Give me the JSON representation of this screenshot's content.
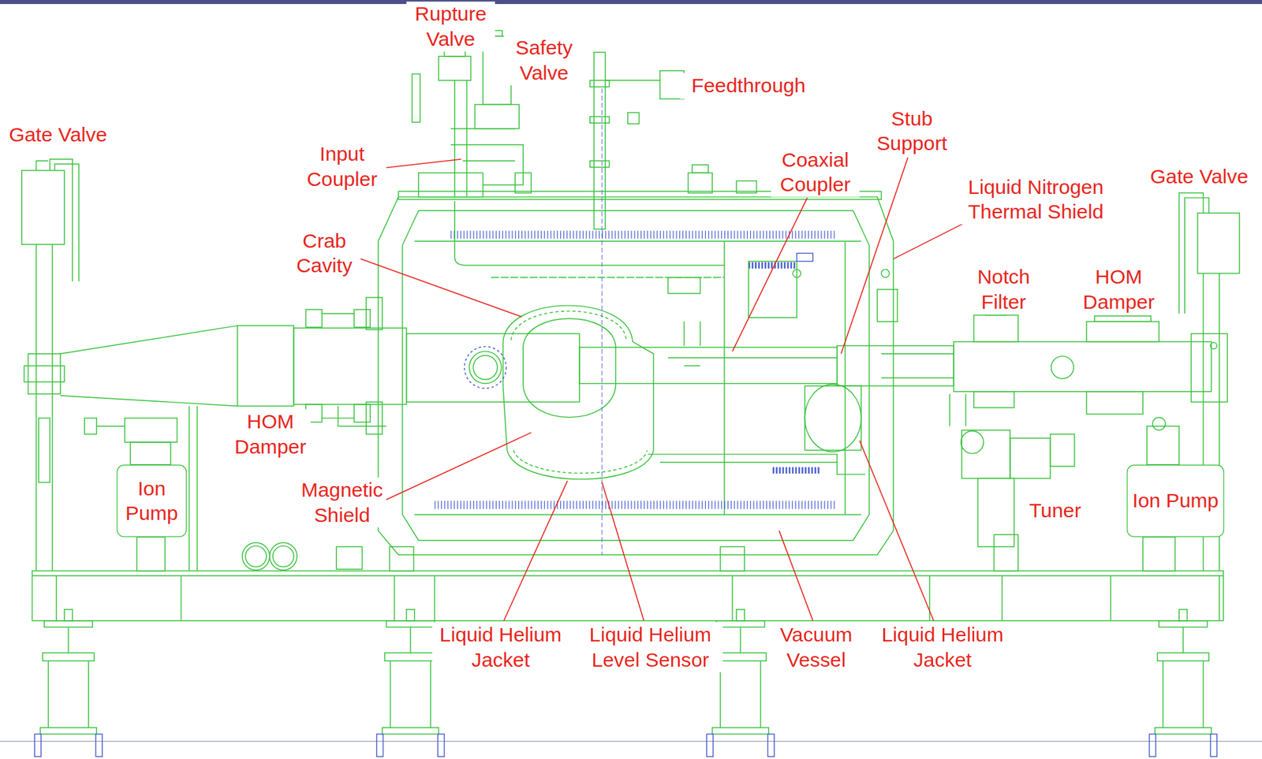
{
  "diagram": {
    "nodes": [
      {
        "text": [
          "Ion Pump"
        ]
      },
      {
        "text": [
          "Ion Pump"
        ]
      }
    ],
    "labels": [
      "Rupture Valve",
      "Safety Valve",
      "Feedthrough",
      "Gate Valve",
      "Input Coupler",
      "Stub Support",
      "Coaxial Coupler",
      "Liquid Nitrogen Thermal Shield",
      "Gate Valve",
      "Crab Cavity",
      "Notch Filter",
      "HOM Damper",
      "HOM Damper",
      "Magnetic Shield",
      "Tuner",
      "Liquid Helium Jacket",
      "Liquid Helium Level Sensor",
      "Vacuum Vessel",
      "Liquid Helium Jacket"
    ]
  }
}
